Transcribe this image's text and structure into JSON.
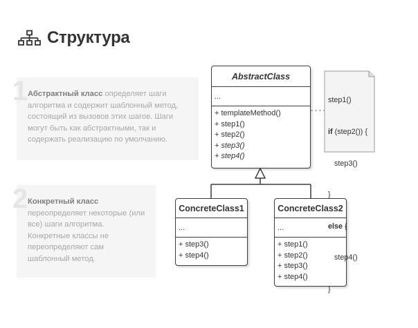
{
  "header": {
    "title": "Структура"
  },
  "notes": [
    {
      "number": "1",
      "lead": "Абстрактный класс",
      "text": " определяет шаги алгоритма и содержит шаблонный метод, состоящий из вызовов этих шагов. Шаги могут быть как абстрактными, так и содержать реализацию по умолчанию."
    },
    {
      "number": "2",
      "lead": "Конкретный класс",
      "text": " переопределяет некоторые (или все) шаги алгоритма. Конкретные классы не переопределяют сам шаблонный метод."
    }
  ],
  "abstract_class": {
    "name": "AbstractClass",
    "fields": "...",
    "methods": [
      "+ templateMethod()",
      "+ step1()",
      "+ step2()",
      "+ step3()",
      "+ step4()"
    ]
  },
  "concrete1": {
    "name": "ConcreteClass1",
    "fields": "...",
    "methods": [
      "+ step3()",
      "+ step4()"
    ]
  },
  "concrete2": {
    "name": "ConcreteClass2",
    "fields": "...",
    "methods": [
      "+ step1()",
      "+ step2()",
      "+ step3()",
      "+ step4()"
    ]
  },
  "code_note": {
    "lines": [
      "step1()",
      "if (step2()) {",
      "   step3()",
      "}",
      "else {",
      "   step4()",
      "}"
    ]
  }
}
